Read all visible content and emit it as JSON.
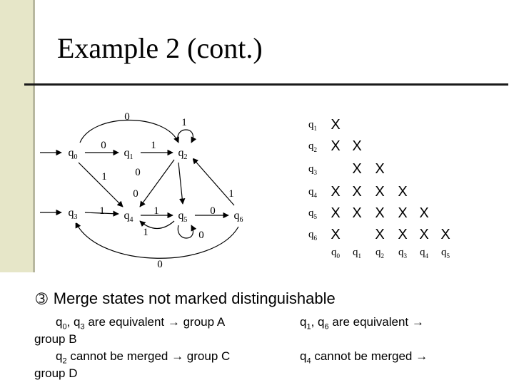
{
  "slide": {
    "title": "Example 2 (cont.)"
  },
  "diagram": {
    "states": [
      {
        "id": "q0",
        "name": "q",
        "sub": "0",
        "start": true
      },
      {
        "id": "q1",
        "name": "q",
        "sub": "1"
      },
      {
        "id": "q2",
        "name": "q",
        "sub": "2"
      },
      {
        "id": "q3",
        "name": "q",
        "sub": "3",
        "start": true
      },
      {
        "id": "q4",
        "name": "q",
        "sub": "4"
      },
      {
        "id": "q5",
        "name": "q",
        "sub": "5"
      },
      {
        "id": "q6",
        "name": "q",
        "sub": "6"
      }
    ],
    "transitions": [
      {
        "from": "q0",
        "to": "q1",
        "label": "0"
      },
      {
        "from": "q1",
        "to": "q2",
        "label": "1"
      },
      {
        "from": "q0",
        "to": "q2",
        "label": "0"
      },
      {
        "from": "q2",
        "to": "q2",
        "label": "1"
      },
      {
        "from": "q0",
        "to": "q4",
        "label": "1"
      },
      {
        "from": "q2",
        "to": "q4",
        "label": "0"
      },
      {
        "from": "q2",
        "to": "q5",
        "label": "0"
      },
      {
        "from": "q3",
        "to": "q4",
        "label": "1"
      },
      {
        "from": "q4",
        "to": "q5",
        "label": "1"
      },
      {
        "from": "q5",
        "to": "q4",
        "label": "1"
      },
      {
        "from": "q5",
        "to": "q5",
        "label": "0"
      },
      {
        "from": "q5",
        "to": "q6",
        "label": "0"
      },
      {
        "from": "q6",
        "to": "q2",
        "label": "1"
      },
      {
        "from": "q6",
        "to": "q3",
        "label": "0"
      }
    ]
  },
  "table": {
    "row_labels": [
      {
        "name": "q",
        "sub": "1"
      },
      {
        "name": "q",
        "sub": "2"
      },
      {
        "name": "q",
        "sub": "3"
      },
      {
        "name": "q",
        "sub": "4"
      },
      {
        "name": "q",
        "sub": "5"
      },
      {
        "name": "q",
        "sub": "6"
      }
    ],
    "col_labels": [
      {
        "name": "q",
        "sub": "0"
      },
      {
        "name": "q",
        "sub": "1"
      },
      {
        "name": "q",
        "sub": "2"
      },
      {
        "name": "q",
        "sub": "3"
      },
      {
        "name": "q",
        "sub": "4"
      },
      {
        "name": "q",
        "sub": "5"
      }
    ],
    "mark": "X",
    "cells": [
      [
        "X",
        "",
        "",
        "",
        "",
        ""
      ],
      [
        "X",
        "X",
        "",
        "",
        "",
        ""
      ],
      [
        "",
        "X",
        "X",
        "",
        "",
        ""
      ],
      [
        "X",
        "X",
        "X",
        "X",
        "",
        ""
      ],
      [
        "X",
        "X",
        "X",
        "X",
        "X",
        ""
      ],
      [
        "X",
        "",
        "X",
        "X",
        "X",
        "X"
      ]
    ]
  },
  "bullet": {
    "icon": "circled-three-icon",
    "glyph": "➂",
    "text": "Merge states not marked distinguishable"
  },
  "notes": {
    "left_1a": "q",
    "left_1a_sub": "0",
    "left_1b": ", q",
    "left_1b_sub": "3",
    "left_1c": " are equivalent → group A",
    "left_2": "group B",
    "left_3a": "q",
    "left_3a_sub": "2",
    "left_3b": " cannot be merged → group C",
    "left_4": "group D",
    "right_1a": "q",
    "right_1a_sub": "1",
    "right_1b": ", q",
    "right_1b_sub": "6",
    "right_1c": " are equivalent →",
    "right_2a": "q",
    "right_2a_sub": "4",
    "right_2b": " cannot be merged →"
  }
}
